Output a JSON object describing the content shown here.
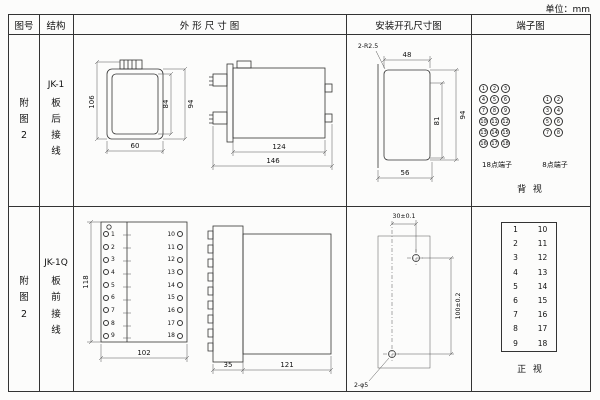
{
  "unit_label": "单位：mm",
  "headers": {
    "fig_no": "图号",
    "structure": "结构",
    "outline": "外 形 尺 寸 图",
    "install": "安装开孔尺寸图",
    "terminal": "端子图"
  },
  "row1": {
    "fig_no": "附图2",
    "model": "JK-1",
    "wiring": "板后接线",
    "front": {
      "h_total": "106",
      "h_inner": "84",
      "h_outer": "94",
      "w_bottom": "60"
    },
    "side": {
      "w_inner": "124",
      "w_outer": "146"
    },
    "install": {
      "corner": "2-R2.5",
      "w_top": "48",
      "h_inner": "81",
      "h_outer": "94",
      "w_bottom": "56"
    },
    "terminal": {
      "grid18": [
        "1",
        "2",
        "3",
        "4",
        "5",
        "6",
        "7",
        "8",
        "9",
        "10",
        "11",
        "12",
        "13",
        "14",
        "15",
        "16",
        "17",
        "18"
      ],
      "grid8": [
        "1",
        "2",
        "3",
        "4",
        "5",
        "6",
        "7",
        "8"
      ],
      "label18": "18点端子",
      "label8": "8点端子",
      "view": "背 视"
    }
  },
  "row2": {
    "fig_no": "附图2",
    "model": "JK-1Q",
    "wiring": "板前接线",
    "front": {
      "h_left": "118",
      "w_bottom": "102",
      "left_terms": [
        "1",
        "2",
        "3",
        "4",
        "5",
        "6",
        "7",
        "8",
        "9"
      ],
      "right_terms": [
        "10",
        "11",
        "12",
        "13",
        "14",
        "15",
        "16",
        "17",
        "18"
      ]
    },
    "side": {
      "w_left": "35",
      "w_right": "121"
    },
    "install": {
      "w_top": "30±0.1",
      "h_right": "100±0.2",
      "holes": "2-φ5"
    },
    "terminal": {
      "left_col": [
        "1",
        "2",
        "3",
        "4",
        "5",
        "6",
        "7",
        "8",
        "9"
      ],
      "right_col": [
        "10",
        "11",
        "12",
        "13",
        "14",
        "15",
        "16",
        "17",
        "18"
      ],
      "view": "正 视"
    }
  }
}
